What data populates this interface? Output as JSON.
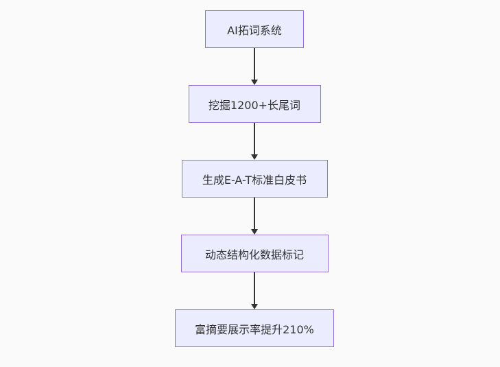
{
  "canvas": {
    "background_color": "#fafafa"
  },
  "flowchart": {
    "type": "flowchart-top-down",
    "style": {
      "node_fill": "#ECECFF",
      "node_border": "#9370DB",
      "text_color": "#333333",
      "arrow_color": "#333333"
    },
    "nodes": [
      {
        "id": "node-1",
        "label": "AI拓词系统"
      },
      {
        "id": "node-2",
        "label": "挖掘1200+长尾词"
      },
      {
        "id": "node-3",
        "label": "生成E-A-T标准白皮书"
      },
      {
        "id": "node-4",
        "label": "动态结构化数据标记"
      },
      {
        "id": "node-5",
        "label": "富摘要展示率提升210%"
      }
    ],
    "edges": [
      {
        "from": "AI拓词系统",
        "to": "挖掘1200+长尾词"
      },
      {
        "from": "挖掘1200+长尾词",
        "to": "生成E-A-T标准白皮书"
      },
      {
        "from": "生成E-A-T标准白皮书",
        "to": "动态结构化数据标记"
      },
      {
        "from": "动态结构化数据标记",
        "to": "富摘要展示率提升210%"
      }
    ]
  }
}
